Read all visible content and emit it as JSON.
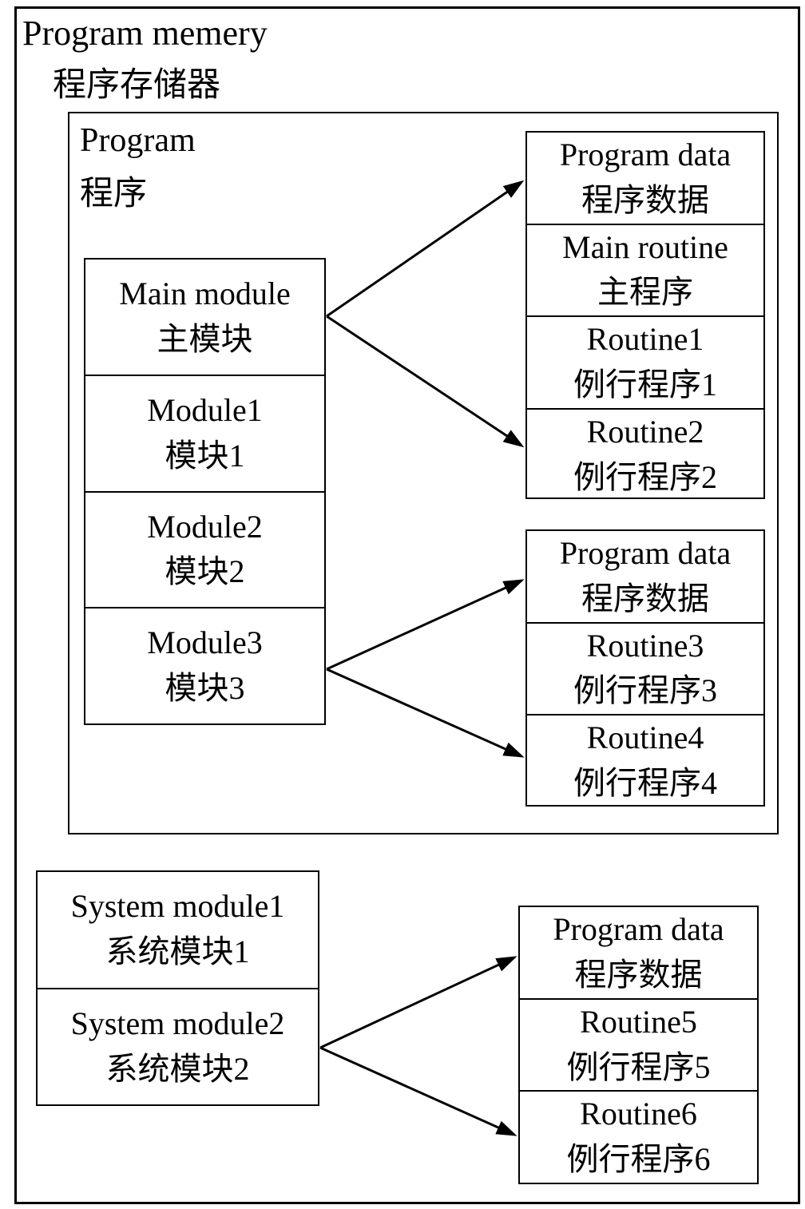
{
  "title": {
    "en": "Program memery",
    "zh": "程序存储器"
  },
  "program_box": {
    "en": "Program",
    "zh": "程序"
  },
  "module_stack": {
    "cells": [
      {
        "en": "Main module",
        "zh": "主模块"
      },
      {
        "en": "Module1",
        "zh": "模块1"
      },
      {
        "en": "Module2",
        "zh": "模块2"
      },
      {
        "en": "Module3",
        "zh": "模块3"
      }
    ]
  },
  "routine_group1": {
    "cells": [
      {
        "en": "Program data",
        "zh": "程序数据"
      },
      {
        "en": "Main routine",
        "zh": "主程序"
      },
      {
        "en": "Routine1",
        "zh": "例行程序1"
      },
      {
        "en": "Routine2",
        "zh": "例行程序2"
      }
    ]
  },
  "routine_group2": {
    "cells": [
      {
        "en": "Program data",
        "zh": "程序数据"
      },
      {
        "en": "Routine3",
        "zh": "例行程序3"
      },
      {
        "en": "Routine4",
        "zh": "例行程序4"
      }
    ]
  },
  "system_stack": {
    "cells": [
      {
        "en": "System module1",
        "zh": "系统模块1"
      },
      {
        "en": "System module2",
        "zh": "系统模块2"
      }
    ]
  },
  "routine_group3": {
    "cells": [
      {
        "en": "Program data",
        "zh": "程序数据"
      },
      {
        "en": "Routine5",
        "zh": "例行程序5"
      },
      {
        "en": "Routine6",
        "zh": "例行程序6"
      }
    ]
  },
  "connections": [
    {
      "from": "main-module",
      "to": "routine-group1-program-data"
    },
    {
      "from": "main-module",
      "to": "routine-group1-routine2"
    },
    {
      "from": "module3",
      "to": "routine-group2-program-data"
    },
    {
      "from": "module3",
      "to": "routine-group2-routine4"
    },
    {
      "from": "system-module2",
      "to": "routine-group3-program-data"
    },
    {
      "from": "system-module2",
      "to": "routine-group3-routine6"
    }
  ],
  "colors": {
    "background": "#ffffff",
    "line": "#000000",
    "text": "#000000"
  }
}
